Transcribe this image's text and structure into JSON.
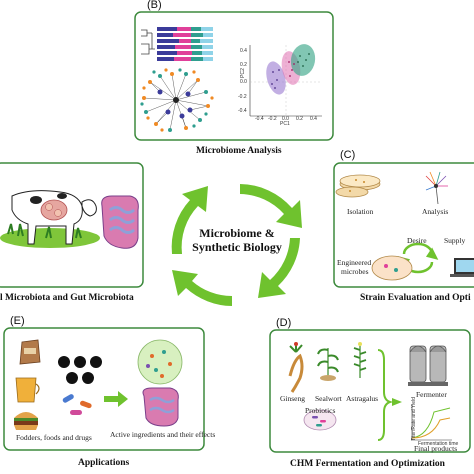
{
  "center": {
    "line1": "Microbiome &",
    "line2": "Synthetic Biology"
  },
  "panel_b": {
    "label": "(B)",
    "caption": "Microbiome Analysis",
    "pca": {
      "xlabel": "PC1",
      "ylabel": "PC2",
      "xticks": [
        "-0.4",
        "-0.2",
        "0.0",
        "0.2",
        "0.4"
      ],
      "yticks": [
        "0.4",
        "0.2",
        "0.0",
        "-0.2",
        "-0.4"
      ]
    }
  },
  "panel_a": {
    "caption": "l Microbiota and Gut Microbiota"
  },
  "panel_c": {
    "label": "(C)",
    "caption": "Strain Evaluation and Opti",
    "isolation": "Isolation",
    "analysis": "Analysis",
    "desire": "Desire",
    "supply": "Supply",
    "engineered1": "Engineered",
    "engineered2": "microbes"
  },
  "panel_e": {
    "label": "(E)",
    "caption": "Applications",
    "fodders": "Fodders, foods and drugs",
    "active": "Active ingredients and their effects"
  },
  "panel_d": {
    "label": "(D)",
    "caption": "CHM Fermentation and Optimization",
    "ginseng": "Ginseng",
    "sealwort": "Sealwort",
    "astragalus": "Astragalus",
    "probiotics": "Probiotics",
    "fermenter": "Fermenter",
    "final": "Final products",
    "graph_x": "Fermentation time",
    "graph_y": "Titer/Rate and Yield"
  },
  "colors": {
    "green": "#3d8a3d",
    "arrow_green": "#6fc22e",
    "purple": "#7a4fb0",
    "pink": "#e0409a",
    "teal": "#2f9e8f"
  }
}
